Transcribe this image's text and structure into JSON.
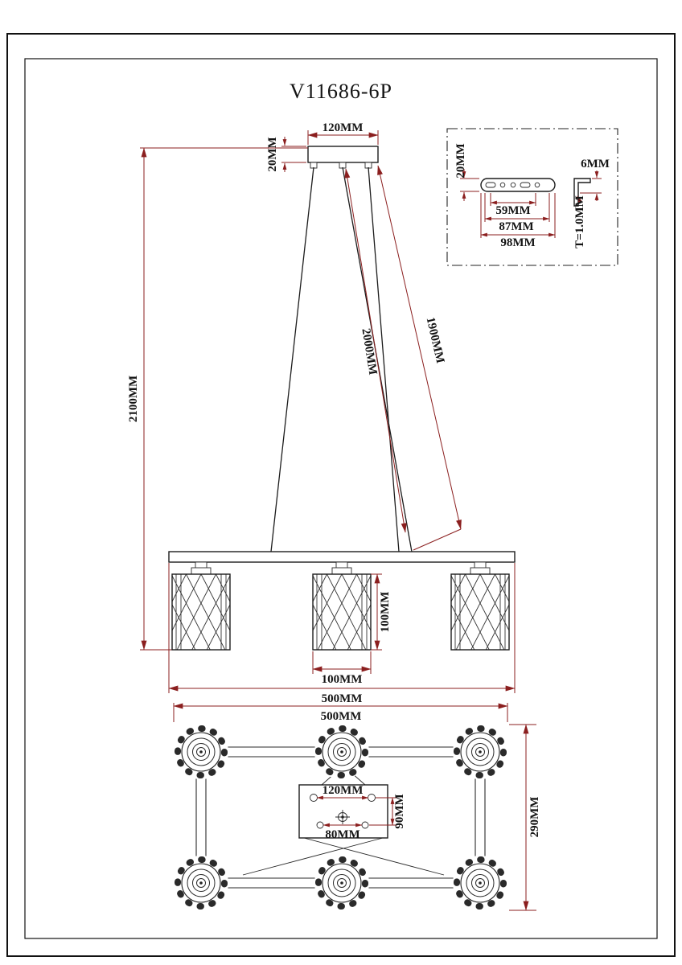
{
  "title": "V11686-6P",
  "colors": {
    "line": "#1c1c1c",
    "dimension": "#8b1f1f"
  },
  "front_view": {
    "canopy_width": "120MM",
    "canopy_height": "20MM",
    "overall_height": "2100MM",
    "wire_length_inner": "2000MM",
    "wire_length_outer": "1900MM",
    "shade_height": "100MM",
    "shade_diameter": "100MM",
    "bar_length": "500MM"
  },
  "top_view": {
    "width": "500MM",
    "depth": "290MM",
    "hole_spacing_top": "120MM",
    "hole_spacing_side": "90MM",
    "hole_spacing_bottom": "80MM"
  },
  "detail_view": {
    "bracket_height": "20MM",
    "slot_spacing": "59MM",
    "hole_spacing": "87MM",
    "bracket_width": "98MM",
    "flange_height": "6MM",
    "material_thickness": "T=1.0MM"
  }
}
